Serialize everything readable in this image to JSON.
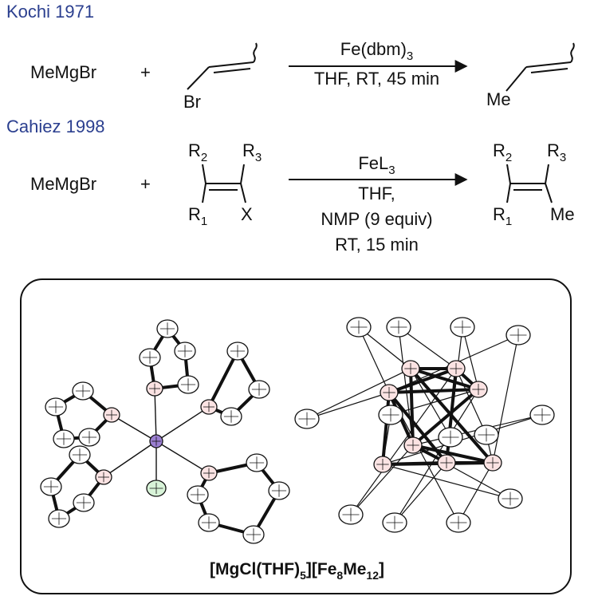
{
  "header1": "Kochi 1971",
  "header2": "Cahiez 1998",
  "r1": {
    "reagent": "MeMgBr",
    "plus": "+",
    "substrate_label": "Br",
    "cond_line1_main": "Fe(dbm)",
    "cond_line1_sub": "3",
    "cond_line2": "THF, RT, 45 min",
    "product_label": "Me"
  },
  "r2": {
    "reagent": "MeMgBr",
    "plus": "+",
    "R2_main": "R",
    "R2_sub": "2",
    "R3_main": "R",
    "R3_sub": "3",
    "R1_main": "R",
    "R1_sub": "1",
    "X": "X",
    "cond_line1_main": "FeL",
    "cond_line1_sub": "3",
    "cond_line2": "THF,",
    "cond_line3": "NMP (9 equiv)",
    "cond_line4": "RT, 15 min",
    "pR2_main": "R",
    "pR2_sub": "2",
    "pR3_main": "R",
    "pR3_sub": "3",
    "pR1_main": "R",
    "pR1_sub": "1",
    "pMe": "Me"
  },
  "caption": {
    "a": "[MgCl(THF)",
    "a_sub": "5",
    "b": "][Fe",
    "b_sub": "8",
    "c": "Me",
    "c_sub": "12",
    "d": "]"
  },
  "colors": {
    "header": "#2b3f8f",
    "oxygen": "#e06666",
    "mg": "#9b7fd1",
    "cl": "#7fd17f"
  }
}
